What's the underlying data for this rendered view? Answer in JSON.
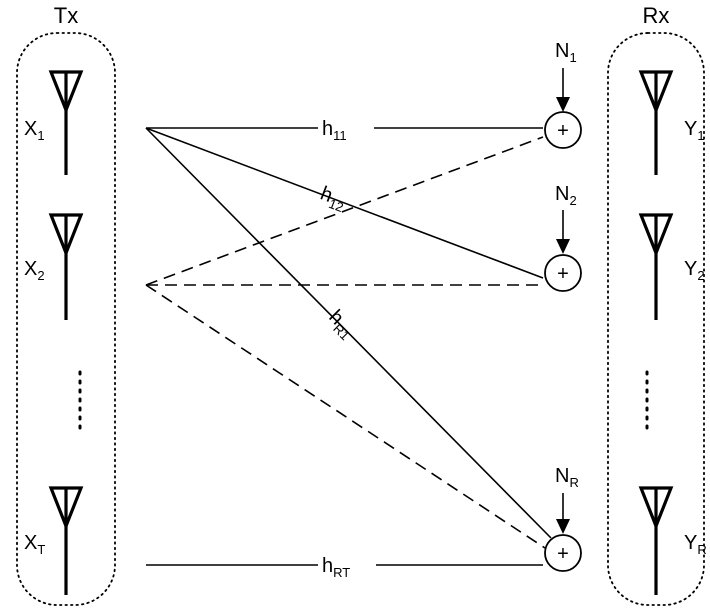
{
  "tx": {
    "title": "Tx",
    "inputs": [
      {
        "base": "X",
        "sub": "1"
      },
      {
        "base": "X",
        "sub": "2"
      },
      {
        "base": "X",
        "sub": "T"
      }
    ]
  },
  "rx": {
    "title": "Rx",
    "outputs": [
      {
        "base": "Y",
        "sub": "1"
      },
      {
        "base": "Y",
        "sub": "2"
      },
      {
        "base": "Y",
        "sub": "R"
      }
    ]
  },
  "noise": [
    {
      "base": "N",
      "sub": "1"
    },
    {
      "base": "N",
      "sub": "2"
    },
    {
      "base": "N",
      "sub": "R"
    }
  ],
  "adder_symbol": "+",
  "channels": {
    "h11": {
      "base": "h",
      "sub": "11"
    },
    "h12": {
      "base": "h",
      "sub": "12"
    },
    "hR1": {
      "base": "h",
      "sub": "R1"
    },
    "hRT": {
      "base": "h",
      "sub": "RT"
    }
  }
}
